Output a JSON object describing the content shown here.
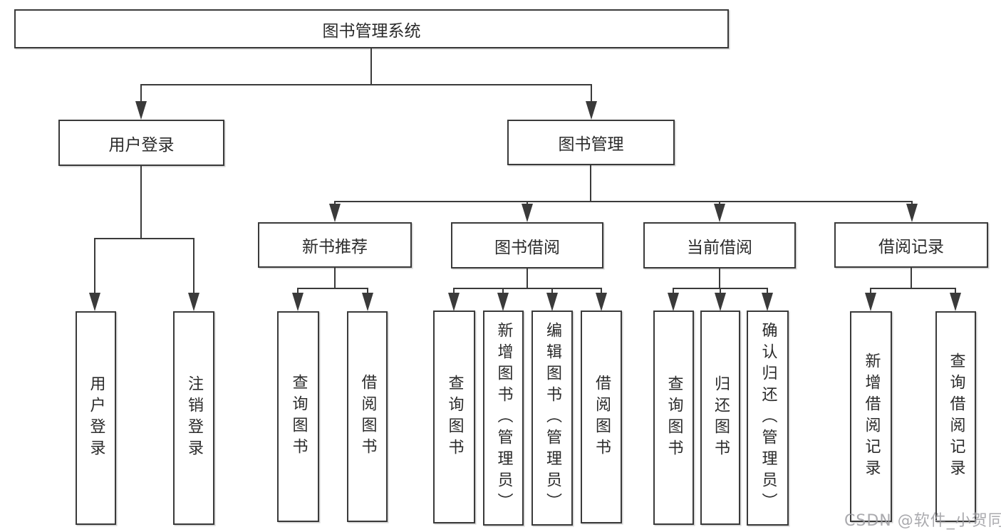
{
  "title": "图书管理系统",
  "watermark": "CSDN @软件_小贺同学",
  "colors": {
    "line": "#3a3a3a",
    "box_border": "#3a3a3a",
    "box_fill": "#ffffff",
    "text": "#2b2b2b",
    "watermark": "#9b9ba0",
    "background": "#ffffff"
  },
  "tree": {
    "root": {
      "label": "图书管理系统"
    },
    "children": [
      {
        "label": "用户登录",
        "children": [
          {
            "label": "用户登录"
          },
          {
            "label": "注销登录"
          }
        ]
      },
      {
        "label": "图书管理",
        "children": [
          {
            "label": "新书推荐",
            "children": [
              {
                "label": "查询图书"
              },
              {
                "label": "借阅图书"
              }
            ]
          },
          {
            "label": "图书借阅",
            "children": [
              {
                "label": "查询图书"
              },
              {
                "label": "新增图书（管理员）"
              },
              {
                "label": "编辑图书（管理员）"
              },
              {
                "label": "借阅图书"
              }
            ]
          },
          {
            "label": "当前借阅",
            "children": [
              {
                "label": "查询图书"
              },
              {
                "label": "归还图书"
              },
              {
                "label": "确认归还（管理员）"
              }
            ]
          },
          {
            "label": "借阅记录",
            "children": [
              {
                "label": "新增借阅记录"
              },
              {
                "label": "查询借阅记录"
              }
            ]
          }
        ]
      }
    ]
  }
}
